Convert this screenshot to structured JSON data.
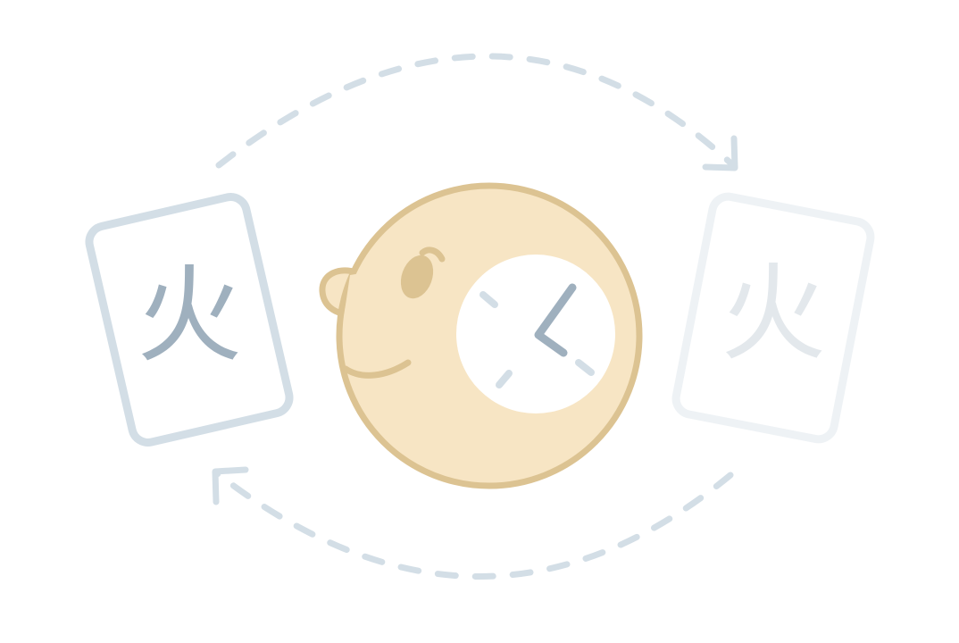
{
  "illustration": {
    "cards": [
      {
        "id": "card-left",
        "glyph": "火",
        "state": "active"
      },
      {
        "id": "card-right",
        "glyph": "火",
        "state": "faded"
      }
    ],
    "character": {
      "icon": "clock-face-head"
    },
    "cycle": {
      "icon": "dashed-cycle-arrows"
    }
  },
  "colors": {
    "background": "#ffffff",
    "card_active_stroke": "#d3dee6",
    "card_faded_stroke": "#eef2f5",
    "glyph_active": "#9fb0be",
    "glyph_faded": "#e3e8ec",
    "arrow": "#d3dee6",
    "head_fill": "#f7e5c4",
    "head_stroke": "#dcc392",
    "eye": "#dcc392",
    "clock_face": "#ffffff",
    "clock_hands": "#9fb0be",
    "clock_ticks": "#d3dee6"
  }
}
